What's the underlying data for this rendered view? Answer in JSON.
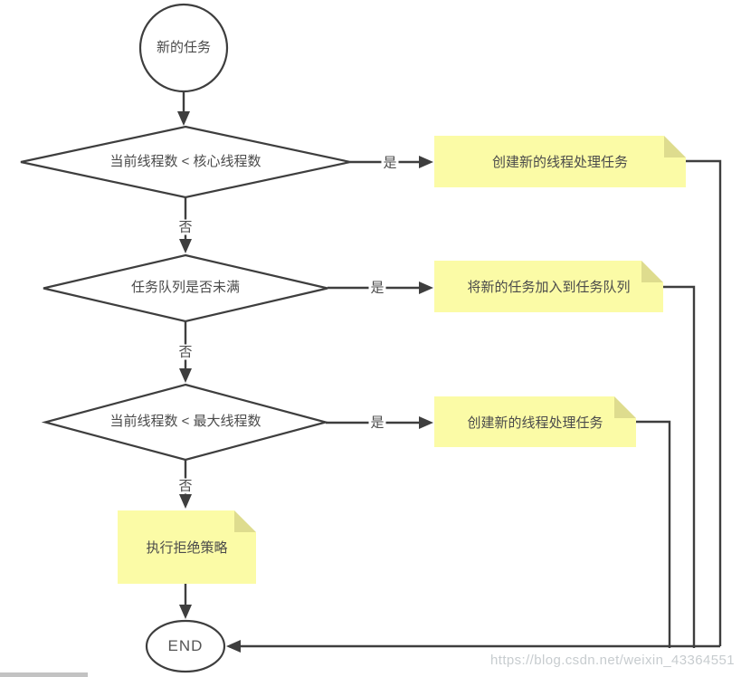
{
  "flow": {
    "start_label": "新的任务",
    "end_label": "END",
    "yes": "是",
    "no": "否",
    "decisions": [
      {
        "label": "当前线程数 < 核心线程数"
      },
      {
        "label": "任务队列是否未满"
      },
      {
        "label": "当前线程数 < 最大线程数"
      }
    ],
    "notes": [
      {
        "label": "创建新的线程处理任务"
      },
      {
        "label": "将新的任务加入到任务队列"
      },
      {
        "label": "创建新的线程处理任务"
      },
      {
        "label": "执行拒绝策略"
      }
    ]
  },
  "colors": {
    "line": "#3e3e3e",
    "shape_stroke": "#3e3e3e",
    "note_fill": "#fbfba6",
    "note_fold": "#dedc8e",
    "text": "#4b4b4b",
    "watermark": "#c7cccf",
    "scrollbar": "#c3c3c3"
  },
  "watermark": "https://blog.csdn.net/weixin_43364551"
}
